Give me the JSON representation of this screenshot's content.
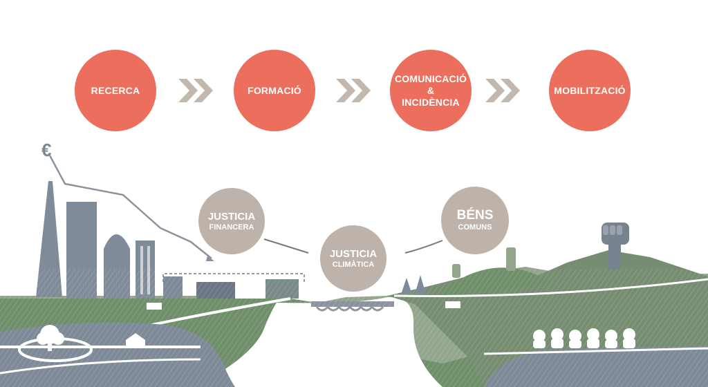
{
  "steps": [
    {
      "label": "RECERCA"
    },
    {
      "label": "FORMACIÓ"
    },
    {
      "label": "COMUNICACIÓ &\nINCIDÈNCIA"
    },
    {
      "label": "MOBILITZACIÓ"
    }
  ],
  "concepts": [
    {
      "line1": "JUSTICIA",
      "line2": "FINANCERA"
    },
    {
      "line1": "JUSTICIA",
      "line2": "CLIMÀTICA"
    },
    {
      "line1": "BÉNS",
      "line2": "COMUNS"
    }
  ],
  "currency_symbol": "€",
  "icons": {
    "arrows": "double-chevron-right-icon",
    "fist": "raised-fist-icon",
    "currency": "euro-icon"
  },
  "colors": {
    "step_circle": "#ec6f5e",
    "concept_circle": "#bdb3aa",
    "chevron": "#c2b8ae",
    "landscape_green": "#6f8f6a",
    "landscape_slate": "#7f8a98"
  }
}
